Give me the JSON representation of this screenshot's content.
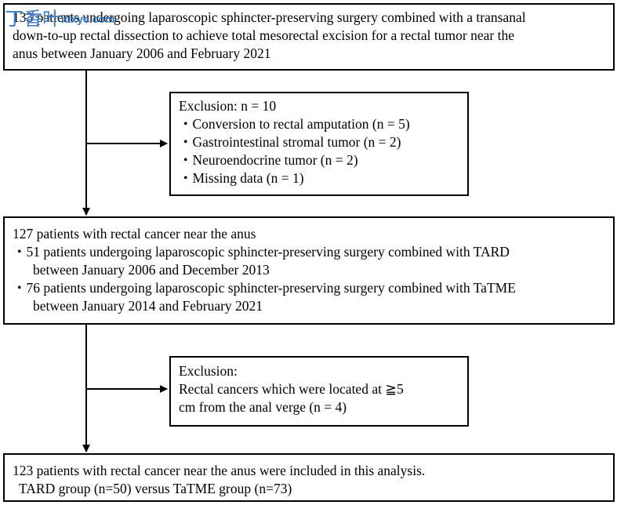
{
  "box1": {
    "lines": [
      "133 patients undergoing laparoscopic sphincter-preserving surgery combined with a transanal",
      "down-to-up rectal dissection to achieve total mesorectal excision for a rectal tumor near the",
      "anus between January 2006 and February 2021"
    ]
  },
  "exclusion1": {
    "title": "Exclusion: n = 10",
    "items": [
      "・Conversion to rectal amputation (n = 5)",
      "・Gastrointestinal stromal tumor (n = 2)",
      "・Neuroendocrine tumor  (n = 2)",
      "・Missing data (n = 1)"
    ]
  },
  "box2": {
    "title": "127 patients with rectal cancer near the anus",
    "items": [
      {
        "line1": "・51 patients undergoing laparoscopic sphincter-preserving surgery combined with TARD",
        "line2": "between January 2006 and December 2013"
      },
      {
        "line1": "・76 patients undergoing laparoscopic sphincter-preserving surgery combined with TaTME",
        "line2": "between January 2014 and February 2021"
      }
    ]
  },
  "exclusion2": {
    "lines": [
      "Exclusion:",
      "Rectal cancers which were located at ≧5",
      "cm from the anal verge (n = 4)"
    ]
  },
  "box3": {
    "lines": [
      "123 patients with rectal cancer near the anus were included in this analysis.",
      "TARD group (n=50) versus TaTME group (n=73)"
    ]
  },
  "watermark": {
    "cn": "丁香叶",
    "en": "idxye.com"
  }
}
